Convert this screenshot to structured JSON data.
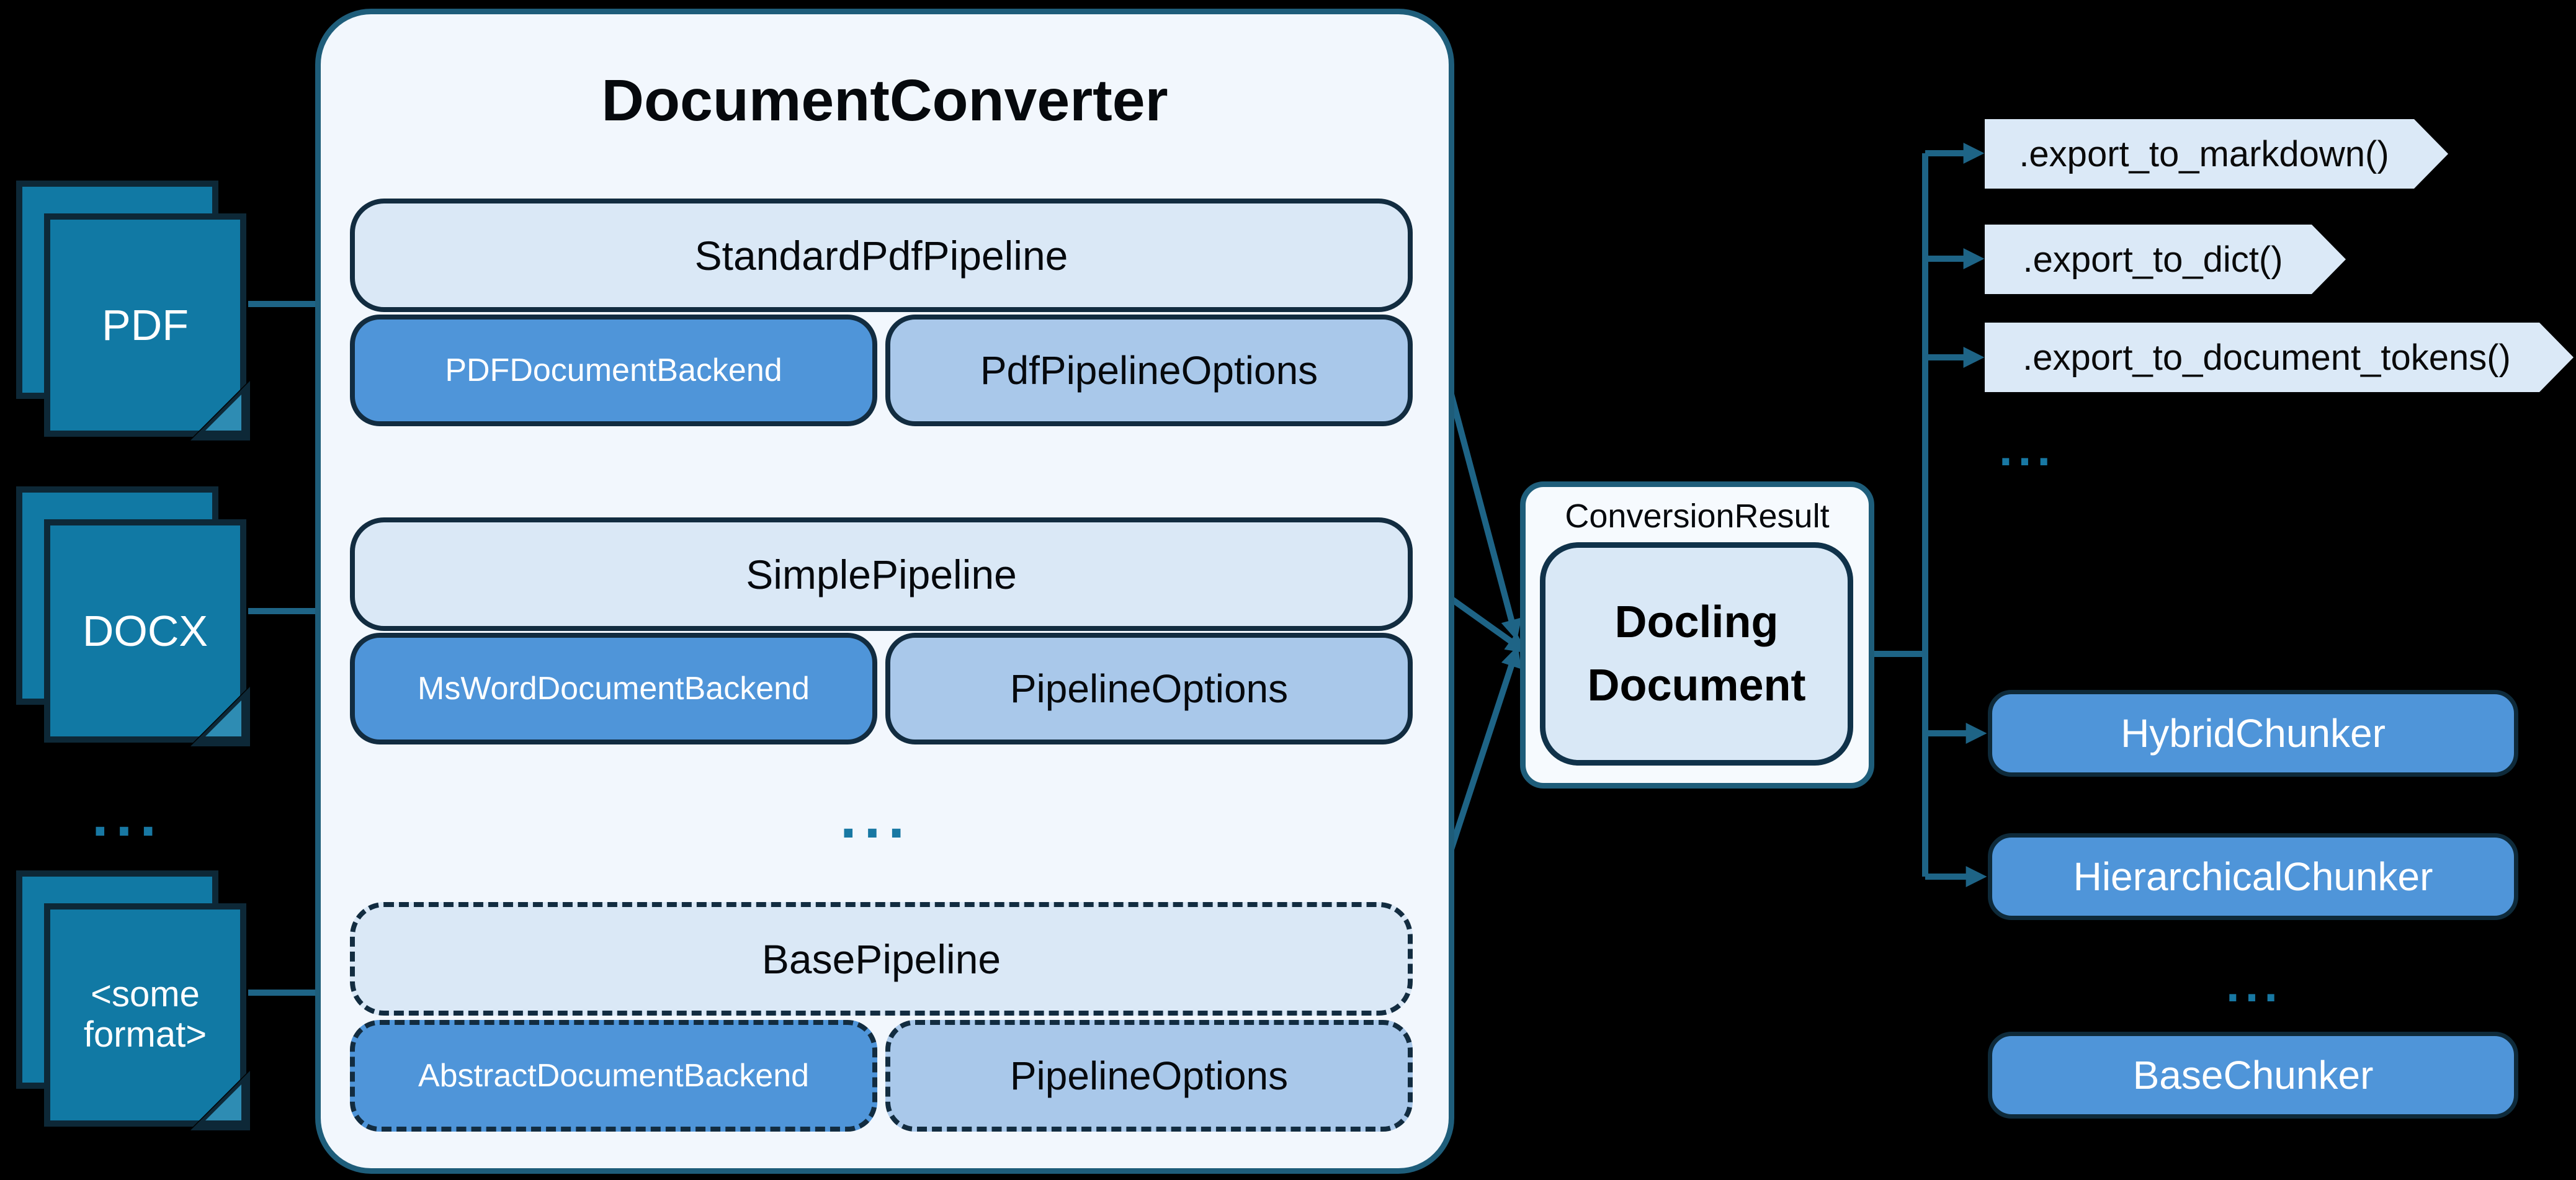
{
  "diagram": {
    "title": "DocumentConverter",
    "inputs": [
      {
        "name": "pdf",
        "lines": [
          "PDF"
        ]
      },
      {
        "name": "docx",
        "lines": [
          "DOCX"
        ]
      },
      {
        "name": "some-format",
        "lines": [
          "<some",
          "format>"
        ]
      }
    ],
    "inputs_ellipsis": "...",
    "converter": {
      "pipelines": [
        {
          "pipeline": "StandardPdfPipeline",
          "backend": "PDFDocumentBackend",
          "options": "PdfPipelineOptions",
          "abstract": false
        },
        {
          "pipeline": "SimplePipeline",
          "backend": "MsWordDocumentBackend",
          "options": "PipelineOptions",
          "abstract": false
        },
        {
          "pipeline": "BasePipeline",
          "backend": "AbstractDocumentBackend",
          "options": "PipelineOptions",
          "abstract": true
        }
      ],
      "pipelines_ellipsis": "..."
    },
    "result": {
      "label": "ConversionResult",
      "document_lines": [
        "Docling",
        "Document"
      ]
    },
    "exports": {
      "methods": [
        ".export_to_markdown()",
        ".export_to_dict()",
        ".export_to_document_tokens()"
      ],
      "ellipsis": "..."
    },
    "chunkers": {
      "items": [
        {
          "label": "HybridChunker",
          "abstract": false
        },
        {
          "label": "HierarchicalChunker",
          "abstract": false
        },
        {
          "label": "BaseChunker",
          "abstract": true
        }
      ],
      "ellipsis": "..."
    },
    "colors": {
      "background": "#000000",
      "document_teal": "#1179a4",
      "outline_navy": "#0d2837",
      "converter_fill": "#f2f7fd",
      "converter_border": "#1e5d7a",
      "pipeline_fill": "#dae8f6",
      "backend_fill": "#4f95d9",
      "options_fill": "#a9c8ea",
      "docling_fill": "#d9e8f6",
      "export_tag_fill": "#dbe9f7",
      "wire_teal": "#1e6486",
      "ellipsis_teal": "#1878a3"
    }
  }
}
